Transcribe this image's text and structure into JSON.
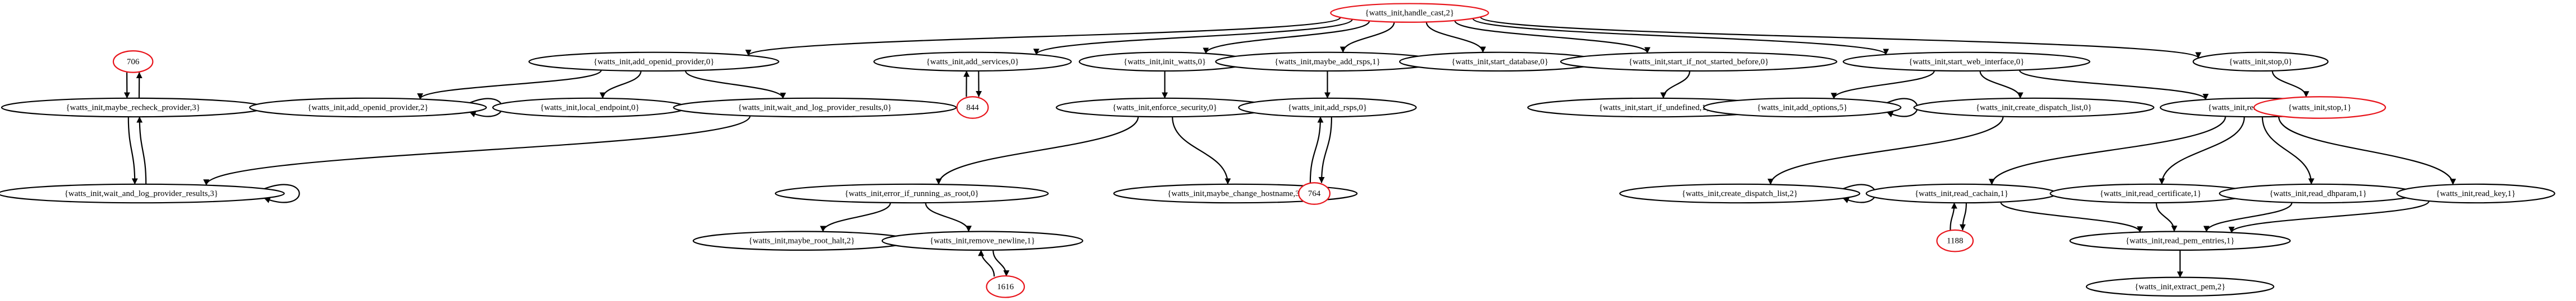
{
  "colors": {
    "default": "#000000",
    "highlight": "#e8141b",
    "background": "#ffffff"
  },
  "graph": {
    "nodes": [
      {
        "id": "n_handle_cast",
        "label": "{watts_init,handle_cast,2}",
        "highlight": true
      },
      {
        "id": "n_706",
        "label": "706",
        "highlight": true
      },
      {
        "id": "n_add_openid_provider_0",
        "label": "{watts_init,add_openid_provider,0}",
        "highlight": false
      },
      {
        "id": "n_add_services",
        "label": "{watts_init,add_services,0}",
        "highlight": false
      },
      {
        "id": "n_init_watts",
        "label": "{watts_init,init_watts,0}",
        "highlight": false
      },
      {
        "id": "n_maybe_add_rsps",
        "label": "{watts_init,maybe_add_rsps,1}",
        "highlight": false
      },
      {
        "id": "n_start_database",
        "label": "{watts_init,start_database,0}",
        "highlight": false
      },
      {
        "id": "n_start_if_not_started",
        "label": "{watts_init,start_if_not_started_before,0}",
        "highlight": false
      },
      {
        "id": "n_start_web_interface",
        "label": "{watts_init,start_web_interface,0}",
        "highlight": false
      },
      {
        "id": "n_stop_0",
        "label": "{watts_init,stop,0}",
        "highlight": false
      },
      {
        "id": "n_maybe_recheck",
        "label": "{watts_init,maybe_recheck_provider,3}",
        "highlight": false
      },
      {
        "id": "n_add_openid_provider_2",
        "label": "{watts_init,add_openid_provider,2}",
        "highlight": false
      },
      {
        "id": "n_local_endpoint",
        "label": "{watts_init,local_endpoint,0}",
        "highlight": false
      },
      {
        "id": "n_wait_log_2",
        "label": "{watts_init,wait_and_log_provider_results,0}",
        "highlight": false
      },
      {
        "id": "n_844",
        "label": "844",
        "highlight": true
      },
      {
        "id": "n_enforce_security",
        "label": "{watts_init,enforce_security,0}",
        "highlight": false
      },
      {
        "id": "n_add_rsps",
        "label": "{watts_init,add_rsps,0}",
        "highlight": false
      },
      {
        "id": "n_start_if_undefined",
        "label": "{watts_init,start_if_undefined,1}",
        "highlight": false
      },
      {
        "id": "n_add_options",
        "label": "{watts_init,add_options,5}",
        "highlight": false
      },
      {
        "id": "n_create_dispatch_0",
        "label": "{watts_init,create_dispatch_list,0}",
        "highlight": false
      },
      {
        "id": "n_read_ssl_files",
        "label": "{watts_init,read_ssl_files,1}",
        "highlight": false
      },
      {
        "id": "n_stop_1",
        "label": "{watts_init,stop,1}",
        "highlight": true
      },
      {
        "id": "n_wait_log_3",
        "label": "{watts_init,wait_and_log_provider_results,3}",
        "highlight": false
      },
      {
        "id": "n_error_if_root",
        "label": "{watts_init,error_if_running_as_root,0}",
        "highlight": false
      },
      {
        "id": "n_maybe_change_hostname",
        "label": "{watts_init,maybe_change_hostname,3}",
        "highlight": false
      },
      {
        "id": "n_764",
        "label": "764",
        "highlight": true
      },
      {
        "id": "n_create_dispatch_2",
        "label": "{watts_init,create_dispatch_list,2}",
        "highlight": false
      },
      {
        "id": "n_read_cachain",
        "label": "{watts_init,read_cachain,1}",
        "highlight": false
      },
      {
        "id": "n_read_certificate",
        "label": "{watts_init,read_certificate,1}",
        "highlight": false
      },
      {
        "id": "n_read_dhparam",
        "label": "{watts_init,read_dhparam,1}",
        "highlight": false
      },
      {
        "id": "n_read_key",
        "label": "{watts_init,read_key,1}",
        "highlight": false
      },
      {
        "id": "n_maybe_root_halt",
        "label": "{watts_init,maybe_root_halt,2}",
        "highlight": false
      },
      {
        "id": "n_remove_newline",
        "label": "{watts_init,remove_newline,1}",
        "highlight": false
      },
      {
        "id": "n_1188",
        "label": "1188",
        "highlight": true
      },
      {
        "id": "n_read_pem",
        "label": "{watts_init,read_pem_entries,1}",
        "highlight": false
      },
      {
        "id": "n_1616",
        "label": "1616",
        "highlight": true
      },
      {
        "id": "n_extract_pem",
        "label": "{watts_init,extract_pem,2}",
        "highlight": false
      }
    ],
    "edges": [
      [
        "n_handle_cast",
        "n_add_openid_provider_0"
      ],
      [
        "n_handle_cast",
        "n_add_services"
      ],
      [
        "n_handle_cast",
        "n_init_watts"
      ],
      [
        "n_handle_cast",
        "n_maybe_add_rsps"
      ],
      [
        "n_handle_cast",
        "n_start_database"
      ],
      [
        "n_handle_cast",
        "n_start_if_not_started"
      ],
      [
        "n_handle_cast",
        "n_start_web_interface"
      ],
      [
        "n_handle_cast",
        "n_stop_0"
      ],
      [
        "n_706",
        "n_maybe_recheck"
      ],
      [
        "n_maybe_recheck",
        "n_706"
      ],
      [
        "n_maybe_recheck",
        "n_wait_log_3"
      ],
      [
        "n_wait_log_3",
        "n_maybe_recheck"
      ],
      [
        "n_wait_log_3",
        "n_wait_log_3"
      ],
      [
        "n_add_openid_provider_0",
        "n_add_openid_provider_2"
      ],
      [
        "n_add_openid_provider_0",
        "n_local_endpoint"
      ],
      [
        "n_add_openid_provider_0",
        "n_wait_log_2"
      ],
      [
        "n_add_openid_provider_2",
        "n_add_openid_provider_2"
      ],
      [
        "n_wait_log_2",
        "n_wait_log_3"
      ],
      [
        "n_add_services",
        "n_844"
      ],
      [
        "n_844",
        "n_add_services"
      ],
      [
        "n_init_watts",
        "n_enforce_security"
      ],
      [
        "n_enforce_security",
        "n_error_if_root"
      ],
      [
        "n_enforce_security",
        "n_maybe_change_hostname"
      ],
      [
        "n_error_if_root",
        "n_maybe_root_halt"
      ],
      [
        "n_error_if_root",
        "n_remove_newline"
      ],
      [
        "n_remove_newline",
        "n_1616"
      ],
      [
        "n_1616",
        "n_remove_newline"
      ],
      [
        "n_maybe_add_rsps",
        "n_add_rsps"
      ],
      [
        "n_add_rsps",
        "n_764"
      ],
      [
        "n_764",
        "n_add_rsps"
      ],
      [
        "n_start_if_not_started",
        "n_start_if_undefined"
      ],
      [
        "n_start_web_interface",
        "n_add_options"
      ],
      [
        "n_start_web_interface",
        "n_create_dispatch_0"
      ],
      [
        "n_start_web_interface",
        "n_read_ssl_files"
      ],
      [
        "n_add_options",
        "n_add_options"
      ],
      [
        "n_create_dispatch_0",
        "n_create_dispatch_2"
      ],
      [
        "n_create_dispatch_2",
        "n_create_dispatch_2"
      ],
      [
        "n_read_ssl_files",
        "n_read_cachain"
      ],
      [
        "n_read_ssl_files",
        "n_read_certificate"
      ],
      [
        "n_read_ssl_files",
        "n_read_dhparam"
      ],
      [
        "n_read_ssl_files",
        "n_read_key"
      ],
      [
        "n_read_cachain",
        "n_1188"
      ],
      [
        "n_1188",
        "n_read_cachain"
      ],
      [
        "n_read_cachain",
        "n_read_pem"
      ],
      [
        "n_read_certificate",
        "n_read_pem"
      ],
      [
        "n_read_dhparam",
        "n_read_pem"
      ],
      [
        "n_read_key",
        "n_read_pem"
      ],
      [
        "n_read_pem",
        "n_extract_pem"
      ],
      [
        "n_stop_0",
        "n_stop_1"
      ]
    ]
  }
}
